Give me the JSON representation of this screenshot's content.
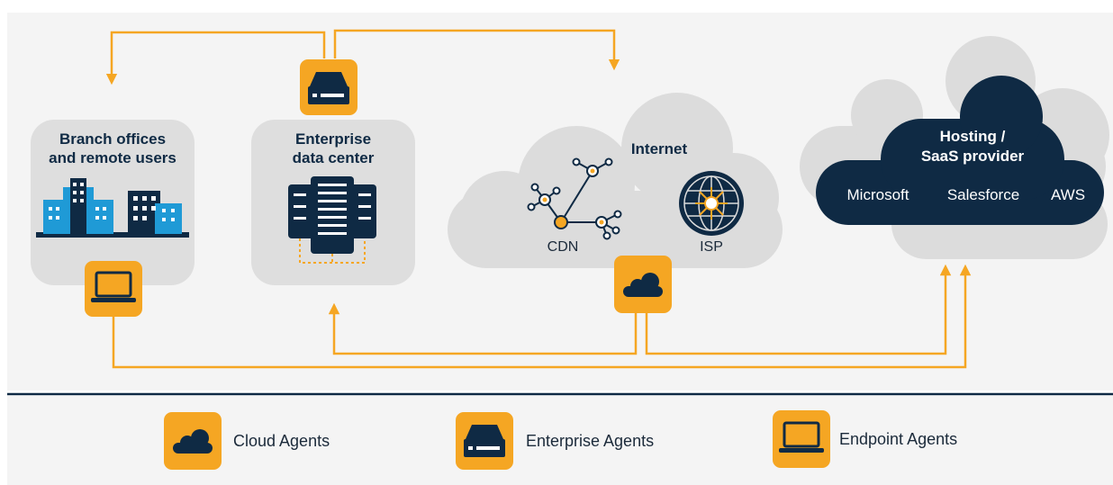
{
  "colors": {
    "accent": "#f5a623",
    "navy": "#0f2a44",
    "cloud_gray": "#dcdcdc",
    "box_gray": "#dedede",
    "building_blue": "#1f9ad6",
    "background": "#f5f5f5"
  },
  "diagram": {
    "branch": {
      "title_line1": "Branch offices",
      "title_line2": "and remote users",
      "icon": "office-buildings-icon"
    },
    "datacenter": {
      "title_line1": "Enterprise",
      "title_line2": "data center",
      "icon": "server-rack-icon"
    },
    "internet": {
      "title": "Internet",
      "cdn_label": "CDN",
      "isp_label": "ISP"
    },
    "hosting": {
      "title_line1": "Hosting /",
      "title_line2": "SaaS provider",
      "providers": [
        "Microsoft",
        "Salesforce",
        "AWS"
      ]
    },
    "agent_icons": [
      "enterprise-agent-icon",
      "endpoint-agent-icon",
      "cloud-agent-icon"
    ]
  },
  "legend": {
    "items": [
      {
        "label": "Cloud Agents",
        "icon": "cloud-agent-icon"
      },
      {
        "label": "Enterprise Agents",
        "icon": "enterprise-agent-icon"
      },
      {
        "label": "Endpoint Agents",
        "icon": "endpoint-agent-icon"
      }
    ]
  }
}
